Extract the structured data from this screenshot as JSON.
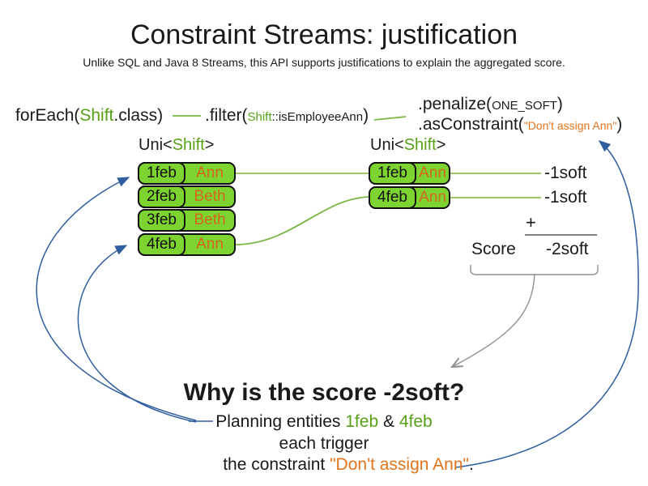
{
  "title": "Constraint Streams: justification",
  "subtitle": "Unlike SQL and Java 8 Streams, this API supports justifications to explain the aggregated score.",
  "code": {
    "foreach_pre": "forEach(",
    "foreach_class": "Shift",
    "foreach_post": ".class)",
    "filter_pre": ".filter(",
    "filter_arg_class": "Shift",
    "filter_arg_rest": "::isEmployeeAnn",
    "filter_post": ")",
    "penalize_pre": ".penalize(",
    "penalize_arg": "ONE_SOFT",
    "penalize_post": ")",
    "asconstraint_pre": ".asConstraint(",
    "asconstraint_arg": "\"Don't assign Ann\"",
    "asconstraint_post": ")"
  },
  "uni_label": {
    "pre": "Uni<",
    "type": "Shift",
    "post": ">"
  },
  "left_table": {
    "rows": [
      {
        "date": "1feb",
        "name": "Ann"
      },
      {
        "date": "2feb",
        "name": "Beth"
      },
      {
        "date": "3feb",
        "name": "Beth"
      },
      {
        "date": "4feb",
        "name": "Ann"
      }
    ]
  },
  "right_table": {
    "rows": [
      {
        "date": "1feb",
        "name": "Ann"
      },
      {
        "date": "4feb",
        "name": "Ann"
      }
    ]
  },
  "scores": {
    "match1": "-1soft",
    "match2": "-1soft",
    "plus": "+",
    "score_label": "Score",
    "total": "-2soft"
  },
  "explanation": {
    "heading": "Why is the score -2soft?",
    "line1_pre": "Planning entities ",
    "line1_entity1": "1feb",
    "line1_amp": " & ",
    "line1_entity2": "4feb",
    "line2": "each trigger",
    "line3_pre": "the constraint ",
    "line3_constraint": "\"Don't assign Ann\"",
    "line3_post": "."
  },
  "colors": {
    "green_text": "#57A017",
    "green_cell_fill": "#7DD32F",
    "green_line": "#9CC763",
    "green_curve": "#79B541",
    "orange_text": "#D2691E",
    "orange_highlight": "#E2741C",
    "blue_arrow": "#2F5E9E",
    "gray_line": "#8F8F8F"
  }
}
